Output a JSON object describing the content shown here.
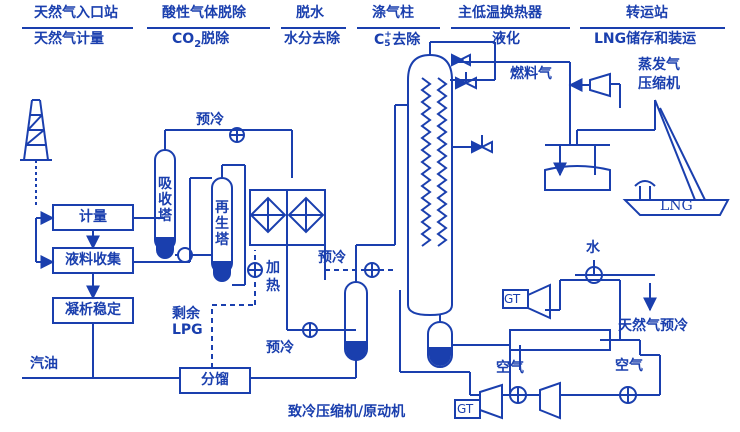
{
  "headers": {
    "h1_top": "天然气入口站",
    "h1_bottom": "天然气计量",
    "h2_top": "酸性气体脱除",
    "h2_bottom_main": "CO",
    "h2_bottom_sub": "2",
    "h2_bottom_rest": "脱除",
    "h3_top": "脱水",
    "h3_bottom": "水分去除",
    "h4_top": "涤气柱",
    "h4_bottom_main": "C",
    "h4_bottom_sup": "+",
    "h4_bottom_sub": "5",
    "h4_bottom_rest": "去除",
    "h5_top": "主低温换热器",
    "h5_bottom": "液化",
    "h6_top": "转运站",
    "h6_bottom": "LNG储存和装运"
  },
  "boxes": {
    "metering": "计量",
    "liquid_collect": "液料收集",
    "condensate_stab": "凝析稳定",
    "fractionation": "分馏"
  },
  "labels": {
    "precool_1": "预冷",
    "precool_2": "预冷",
    "precool_3": "预冷",
    "absorber": "吸收塔",
    "regenerator": "再生塔",
    "heat_line1": "加",
    "heat_line2": "热",
    "residual_1": "剩余",
    "residual_2": "LPG",
    "gasoline": "汽油",
    "fuel_gas": "燃料气",
    "boiloff_1": "蒸发气",
    "boiloff_2": "压缩机",
    "lng_ship": "LNG",
    "water": "水",
    "gt_1": "GT",
    "gt_2": "GT",
    "ng_precool": "天然气预冷",
    "air_1": "空气",
    "air_2": "空气",
    "refrig_compressor": "致冷压缩机/原动机"
  },
  "colors": {
    "ink": "#1a3fae",
    "fill": "#1a3fae"
  }
}
